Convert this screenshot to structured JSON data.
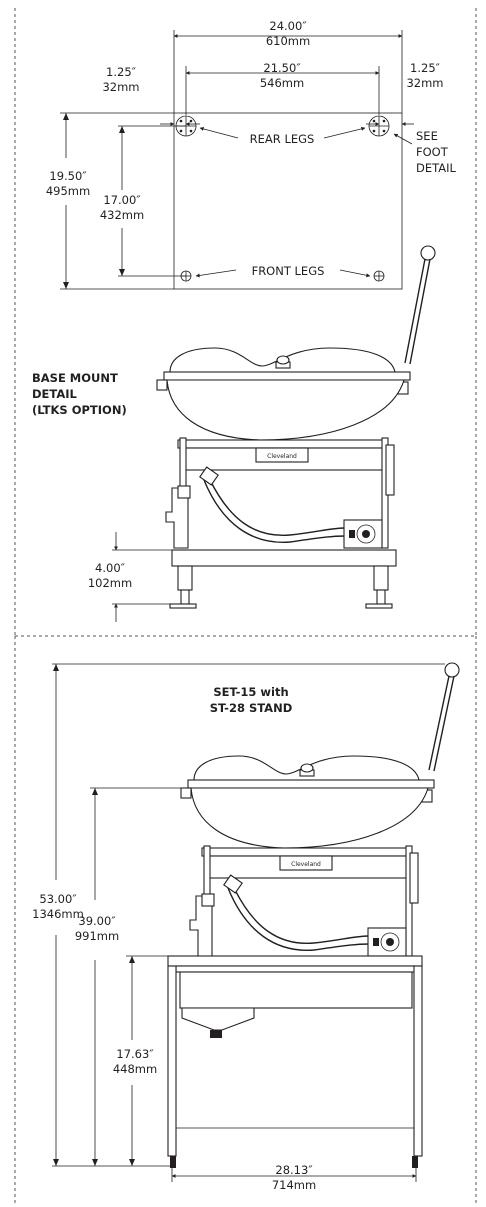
{
  "top": {
    "width_overall": {
      "in": "24.00″",
      "mm": "610mm"
    },
    "width_legs": {
      "in": "21.50″",
      "mm": "546mm"
    },
    "offset_left": {
      "in": "1.25″",
      "mm": "32mm"
    },
    "offset_right": {
      "in": "1.25″",
      "mm": "32mm"
    },
    "depth_overall": {
      "in": "19.50″",
      "mm": "495mm"
    },
    "depth_legs": {
      "in": "17.00″",
      "mm": "432mm"
    },
    "rear_legs_label": "REAR LEGS",
    "front_legs_label": "FRONT LEGS",
    "foot_detail_label": [
      "SEE",
      "FOOT",
      "DETAIL"
    ]
  },
  "base_mount": {
    "title": [
      "BASE MOUNT",
      "DETAIL",
      "(LTKS OPTION)"
    ],
    "brand_plate": "Cleveland",
    "leg_height": {
      "in": "4.00″",
      "mm": "102mm"
    }
  },
  "stand": {
    "title": [
      "SET-15 with",
      "ST-28 STAND"
    ],
    "brand_plate": "Cleveland",
    "height_overall": {
      "in": "53.00″",
      "mm": "1346mm"
    },
    "height_rim": {
      "in": "39.00″",
      "mm": "991mm"
    },
    "height_stand": {
      "in": "17.63″",
      "mm": "448mm"
    },
    "width_stand": {
      "in": "28.13″",
      "mm": "714mm"
    }
  }
}
